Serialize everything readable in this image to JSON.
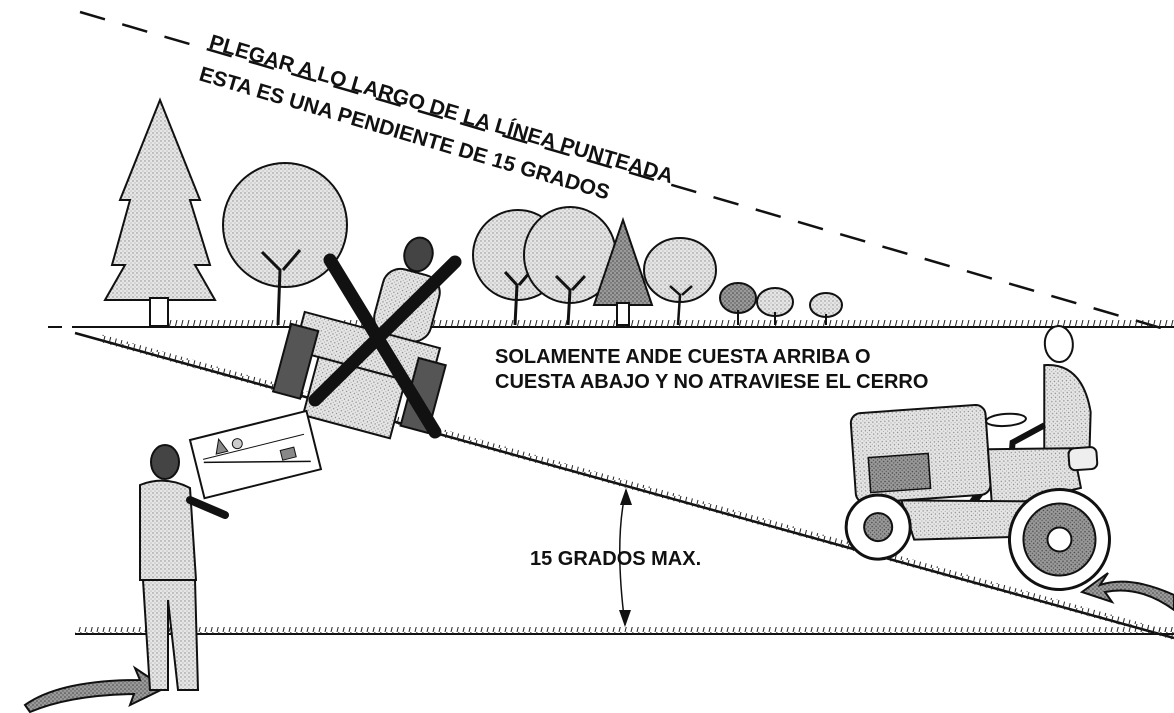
{
  "fold_line_label": "PLEGAR A LO LARGO DE LA LÍNEA PUNTEADA",
  "slope_label": "ESTA ES UNA PENDIENTE DE 15 GRADOS",
  "instruction_line_1": "SOLAMENTE ANDE CUESTA ARRIBA O",
  "instruction_line_2": "CUESTA ABAJO Y NO ATRAVIESE EL CERRO",
  "max_angle_label": "15 GRADOS MAX.",
  "max_angle_degrees": 15,
  "colors": {
    "ink": "#111111",
    "gray_fill": "#d9d9d9",
    "dark_fill": "#8a8a8a",
    "background": "#ffffff"
  },
  "icons": [
    "evergreen-tree-icon",
    "deciduous-tree-icon",
    "tractor-rider-icon",
    "person-holding-card-icon",
    "direction-arrow-icon",
    "prohibited-x-icon"
  ]
}
